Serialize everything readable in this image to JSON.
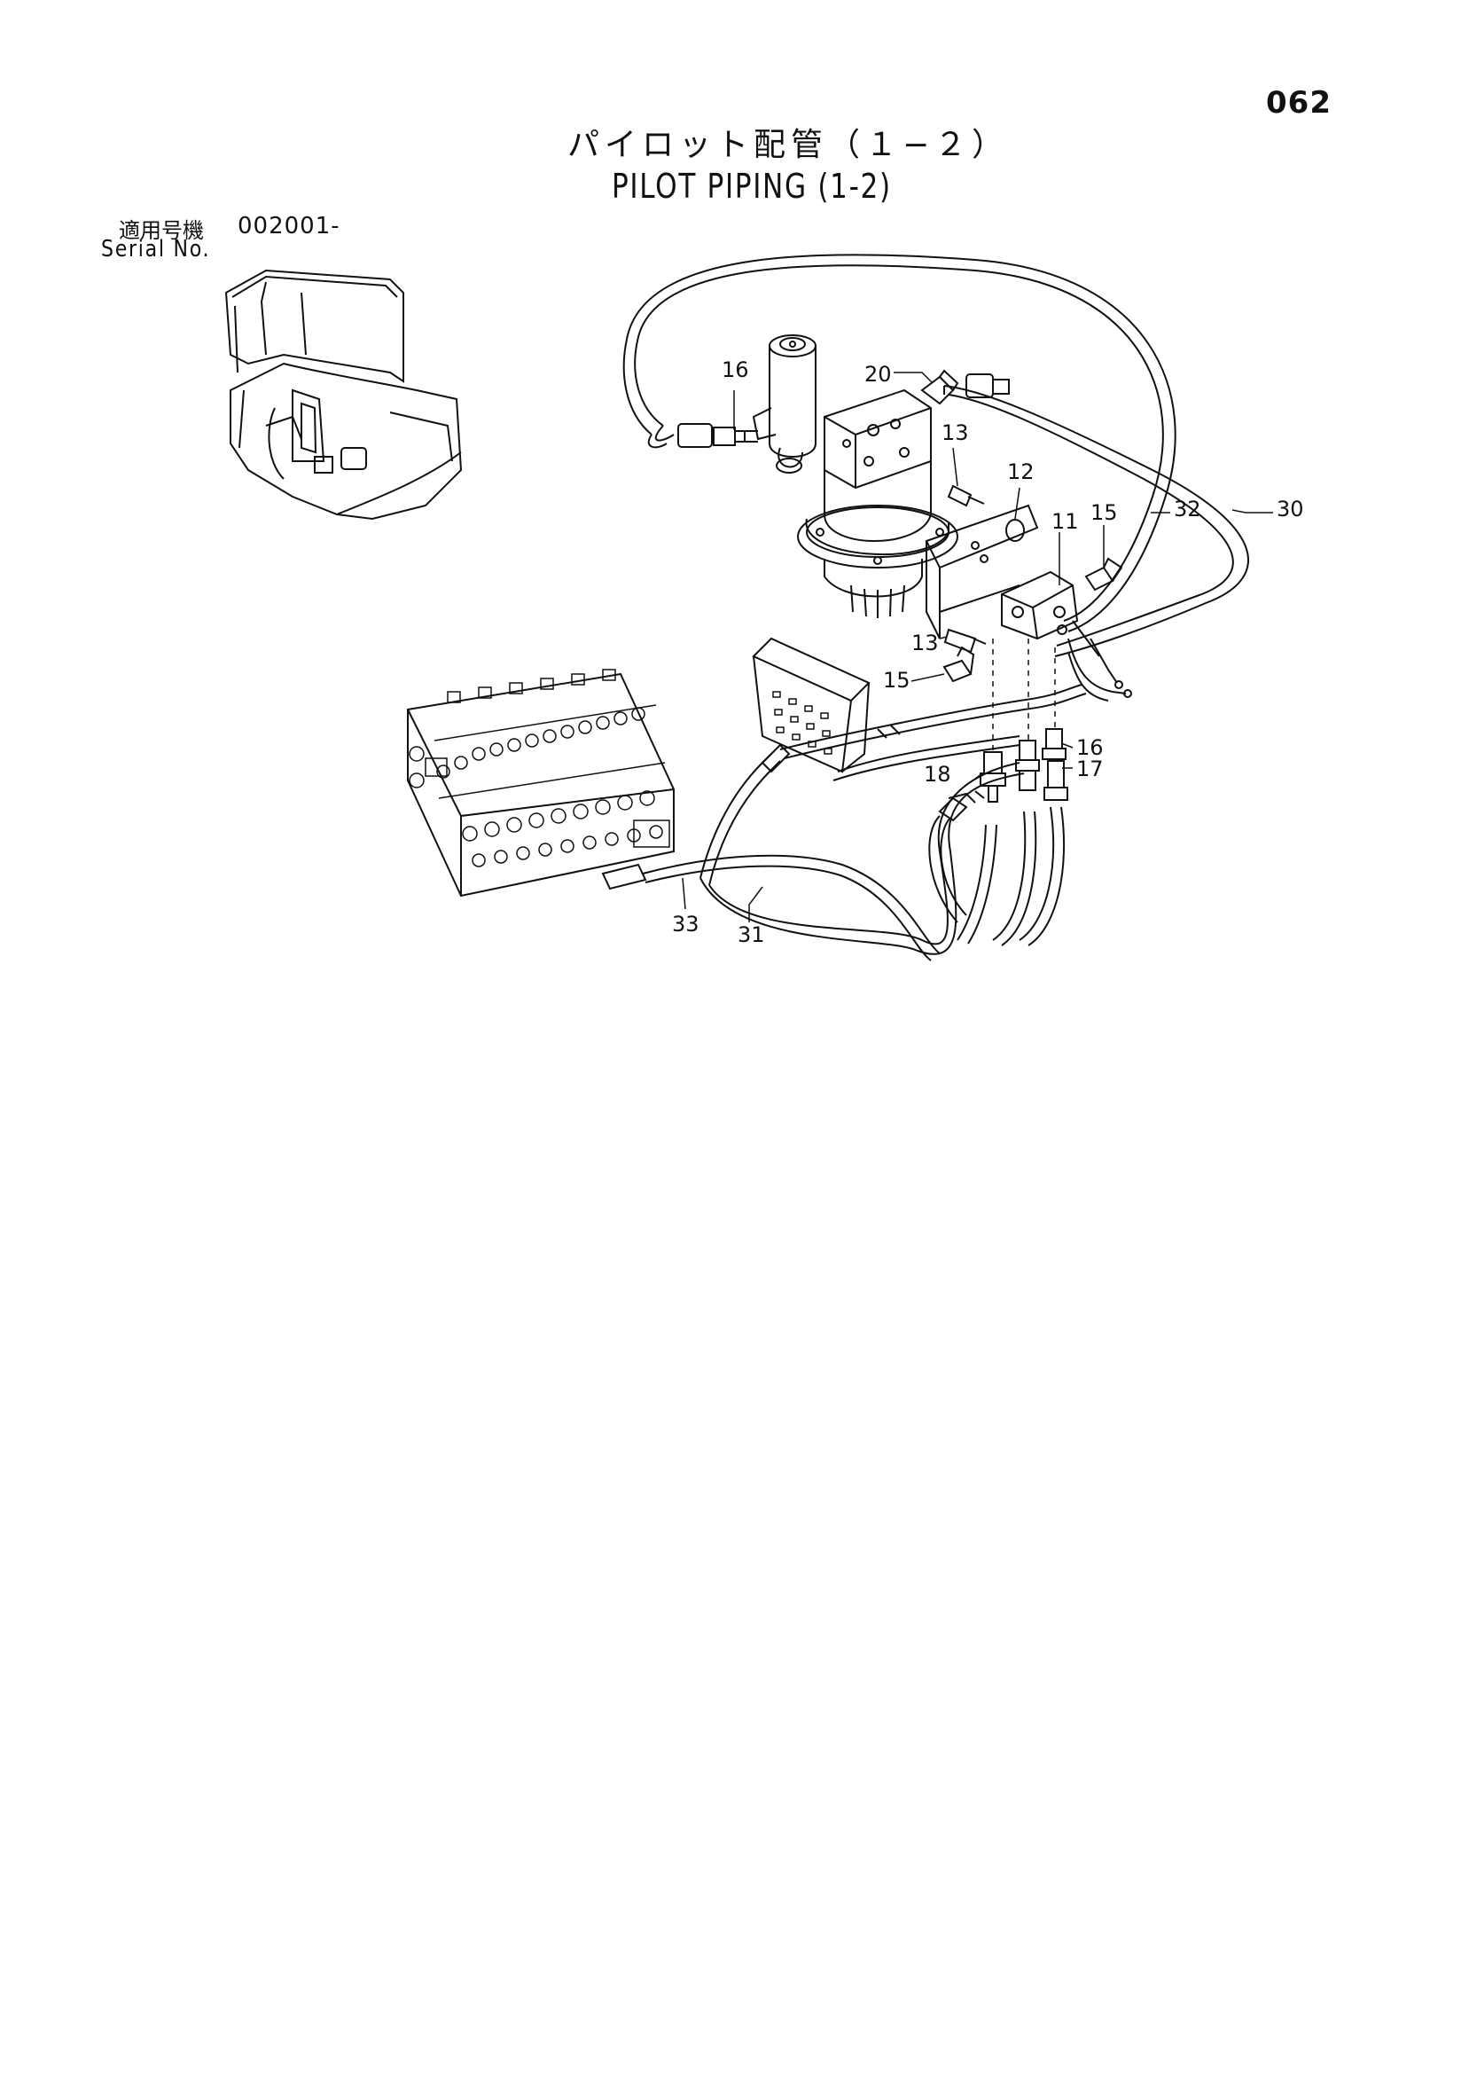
{
  "page": {
    "number": "062"
  },
  "title": {
    "ja": "パイロット配管（１−２）",
    "en": "PILOT PIPING (1-2)"
  },
  "serial": {
    "label_ja": "適用号機",
    "range": "002001-",
    "label_en": "Serial No."
  },
  "callouts": [
    "16",
    "20",
    "13",
    "12",
    "11",
    "15",
    "32",
    "30",
    "13",
    "15",
    "16",
    "17",
    "18",
    "33",
    "31"
  ]
}
